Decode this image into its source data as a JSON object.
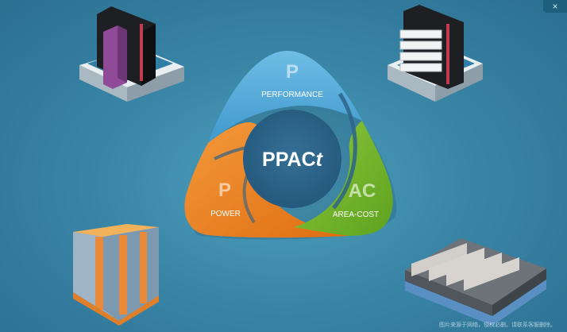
{
  "center_label": "PPAC",
  "center_suffix": "t",
  "segments": {
    "performance": {
      "letter": "P",
      "label": "PERFORMANCE",
      "color": "#4ba4d6"
    },
    "power": {
      "letter": "P",
      "label": "POWER",
      "color": "#ec7d22"
    },
    "area_cost": {
      "letter": "AC",
      "label": "AREA-COST",
      "color": "#76b82a"
    }
  },
  "center_color": "#2c6389",
  "watermark_text": "图片来源于网络，侵权必删。请联系客服删除。",
  "close_symbol": "×",
  "icons": [
    "finfet-icon",
    "nanosheet-icon",
    "vertical-transistor-icon",
    "cfet-fin-array-icon"
  ]
}
